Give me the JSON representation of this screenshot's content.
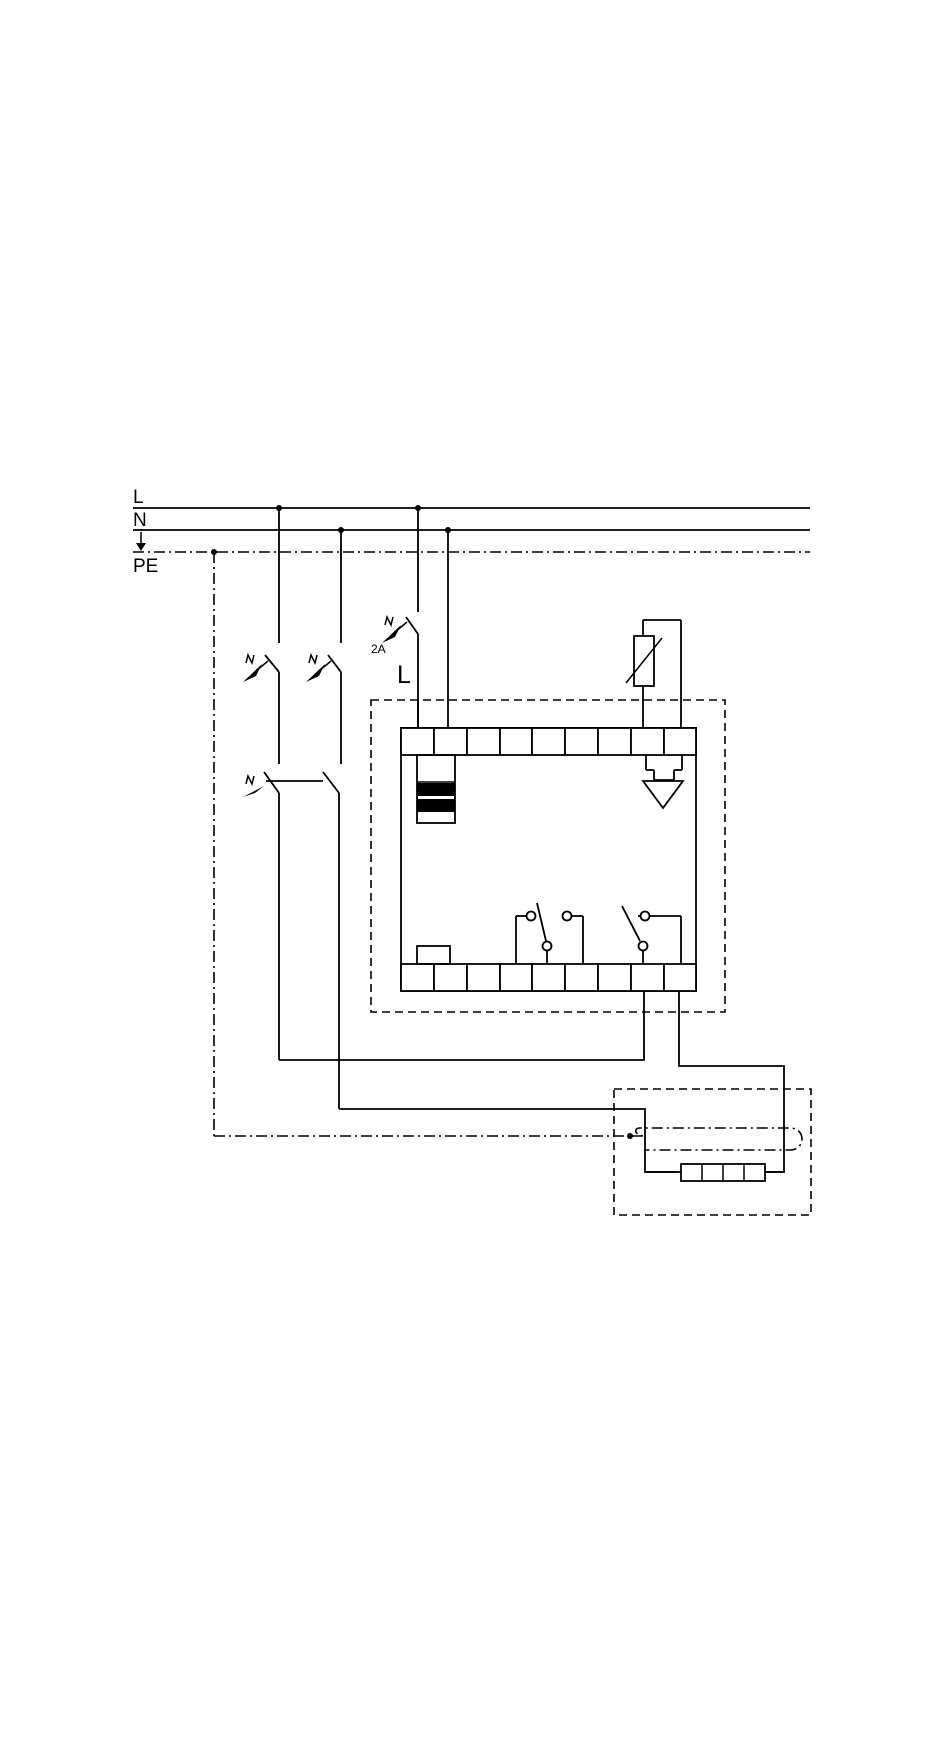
{
  "rails": {
    "l_label": "L",
    "n_label": "N",
    "pe_label": "PE"
  },
  "labels": {
    "fuse_rating": "2A",
    "device_l": "L"
  },
  "icons": {
    "breaker": "circuit-breaker-icon",
    "thermistor": "thermistor-icon",
    "sensor": "sensor-icon",
    "transformer": "transformer-icon",
    "relay_contact": "relay-contact-icon",
    "heater": "heating-element-icon"
  },
  "colors": {
    "line": "#000000",
    "background": "#ffffff"
  }
}
